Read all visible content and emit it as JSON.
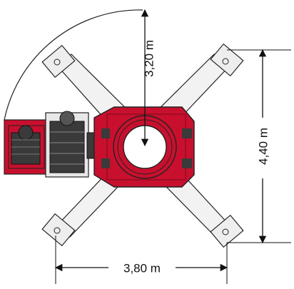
{
  "dimensions": {
    "radius_label": "3,20 m",
    "height_label": "4,40 m",
    "width_label": "3,80 m"
  },
  "colors": {
    "machine_red": "#c8102e",
    "outrigger_fill": "#f2f2f2",
    "outline": "#222222",
    "dark_detail": "#3a3a3a",
    "turntable_hole": "#ffffff"
  }
}
